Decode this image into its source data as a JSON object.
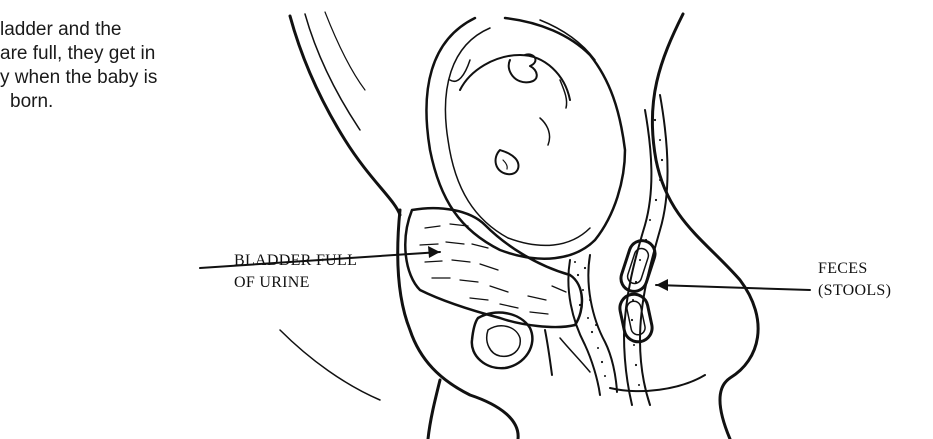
{
  "intro_text": {
    "lines": [
      "ladder and the",
      " are full, they get in",
      "y when the baby is",
      "born."
    ]
  },
  "labels": {
    "bladder": {
      "lines": [
        "BLADDER FULL",
        "OF URINE"
      ]
    },
    "feces": {
      "lines": [
        "FECES",
        "(STOOLS)"
      ]
    }
  },
  "colors": {
    "ink": "#111111",
    "paper": "#ffffff"
  }
}
